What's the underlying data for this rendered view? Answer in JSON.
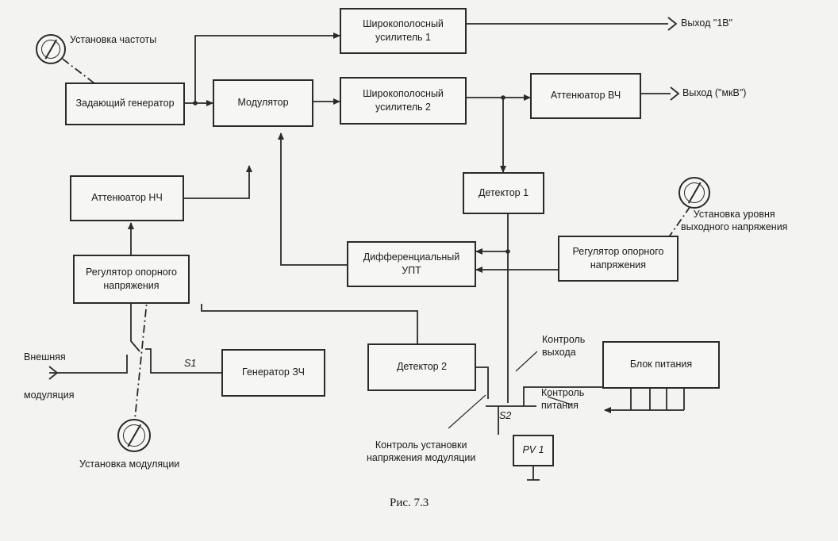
{
  "blocks": {
    "wideband_amp_1": "Широкополосный\nусилитель 1",
    "master_generator": "Задающий генератор",
    "modulator": "Модулятор",
    "wideband_amp_2": "Широкополосный\nусилитель 2",
    "rf_attenuator": "Аттенюатор ВЧ",
    "lf_attenuator": "Аттенюатор НЧ",
    "detector_1": "Детектор 1",
    "ref_voltage_regulator_left": "Регулятор опорного\nнапряжения",
    "differential_dca": "Дифференциальный\nУПТ",
    "ref_voltage_regulator_right": "Регулятор опорного\nнапряжения",
    "detector_2": "Детектор 2",
    "af_generator": "Генератор ЗЧ",
    "power_supply": "Блок питания",
    "meter": "РV 1"
  },
  "labels": {
    "frequency_setting": "Установка частоты",
    "output_1v": "Выход \"1В\"",
    "output_uv": "Выход (\"мкВ\")",
    "output_level_setting": "Установка уровня\nвыходного напряжения",
    "external_modulation_top": "Внешняя",
    "external_modulation_bottom": "модуляция",
    "switch_s1": "S1",
    "output_control": "Контроль\nвыхода",
    "power_control": "Контроль\nпитания",
    "switch_s2": "S2",
    "modulation_voltage_control": "Контроль установки\nнапряжения модуляции",
    "modulation_setting": "Установка модуляции"
  },
  "caption": "Рис. 7.3"
}
